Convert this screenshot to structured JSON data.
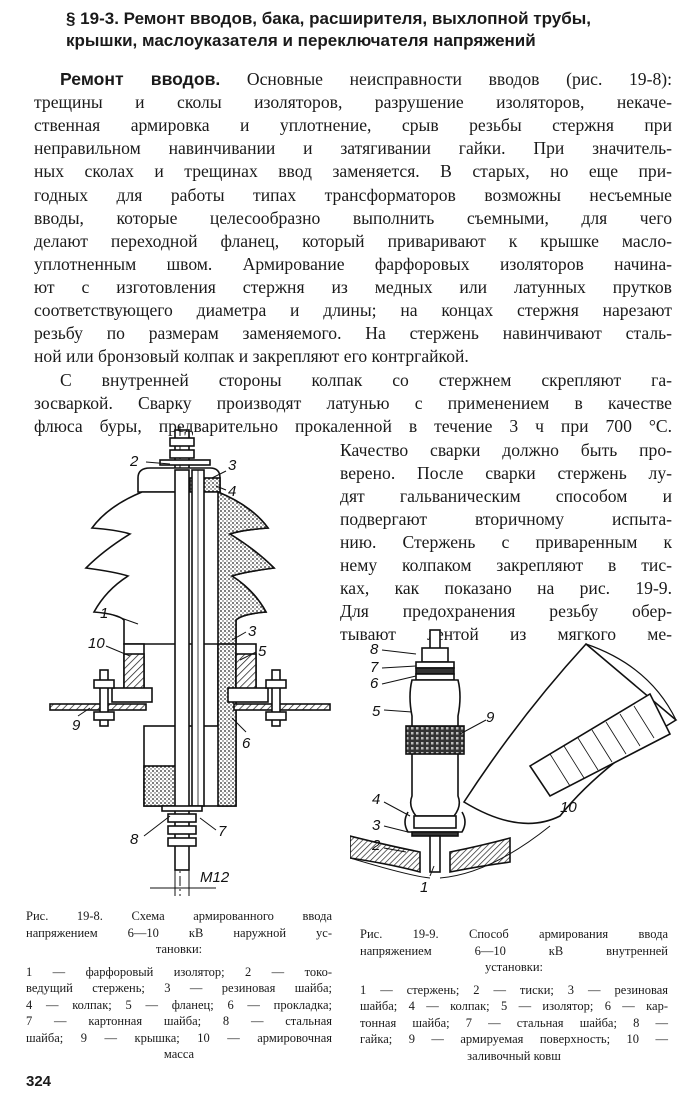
{
  "section_heading": {
    "line1": "§ 19-3. Ремонт вводов, бака, расширителя, выхлопной трубы,",
    "line2": "крышки, маслоуказателя и переключателя напряжений"
  },
  "paragraph1": {
    "run_in": "Ремонт вводов.",
    "lines": [
      " Основные неисправности вводов (рис. 19-8):",
      "трещины и сколы изоляторов, разрушение изоляторов, некаче-",
      "ственная армировка и уплотнение, срыв резьбы стержня при",
      "неправильном навинчивании и затягивании гайки. При значитель-",
      "ных сколах и трещинах ввод заменяется. В старых, но еще при-",
      "годных для работы типах трансформаторов возможны несъемные",
      "вводы, которые целесообразно выполнить съемными, для чего",
      "делают переходной фланец, который приваривают к крышке масло-",
      "уплотненным швом. Армирование фарфоровых изоляторов начина-",
      "ют с изготовления стержня из медных или латунных прутков",
      "соответствующего диаметра и длины; на концах стержня нарезают",
      "резьбу по размерам заменяемого. На стержень навинчивают сталь-",
      "ной или бронзовый колпак и закрепляют его контргайкой."
    ]
  },
  "paragraph2": {
    "lines": [
      "С внутренней стороны колпак со стержнем скрепляют га-",
      "зосваркой. Сварку производят латунью с применением в качестве",
      "флюса буры, предварительно прокаленной в течение 3 ч при 700 °С."
    ],
    "column_lines": [
      "Качество сварки должно быть про-",
      "верено. После сварки стержень лу-",
      "дят гальваническим способом и",
      "подвергают вторичному испыта-",
      "нию. Стержень с приваренным к",
      "нему колпаком закрепляют в тис-",
      "ках, как показано на рис. 19-9.",
      "Для предохранения резьбу обер-",
      "тывают лентой из мягкого ме-"
    ]
  },
  "figure_19_8": {
    "labels": [
      "2",
      "3",
      "4",
      "1",
      "3",
      "10",
      "5",
      "9",
      "6",
      "8",
      "7"
    ],
    "dimension": "М12",
    "caption_title": [
      "Рис. 19-8. Схема армированного ввода",
      "напряжением 6—10 кВ наружной ус-",
      "тановки:"
    ],
    "caption_legend": [
      "1 — фарфоровый изолятор; 2 — токо-",
      "ведущий стержень; 3 — резиновая шайба;",
      "4 — колпак; 5 — фланец; 6 — прокладка;",
      "7 — картонная шайба; 8 — стальная",
      "шайба; 9 — крышка; 10 — армировочная",
      "масса"
    ]
  },
  "figure_19_9": {
    "labels": [
      "8",
      "7",
      "6",
      "5",
      "9",
      "4",
      "3",
      "2",
      "1",
      "10"
    ],
    "caption_title": [
      "Рис. 19-9. Способ армирования ввода",
      "напряжением 6—10 кВ внутренней",
      "установки:"
    ],
    "caption_legend": [
      "1 — стержень; 2 — тиски; 3 — резиновая",
      "шайба; 4 — колпак; 5 — изолятор; 6 — кар-",
      "тонная шайба; 7 — стальная шайба; 8 —",
      "гайка; 9 — армируемая поверхность; 10 —",
      "заливочный ковш"
    ]
  },
  "page_number": "324"
}
